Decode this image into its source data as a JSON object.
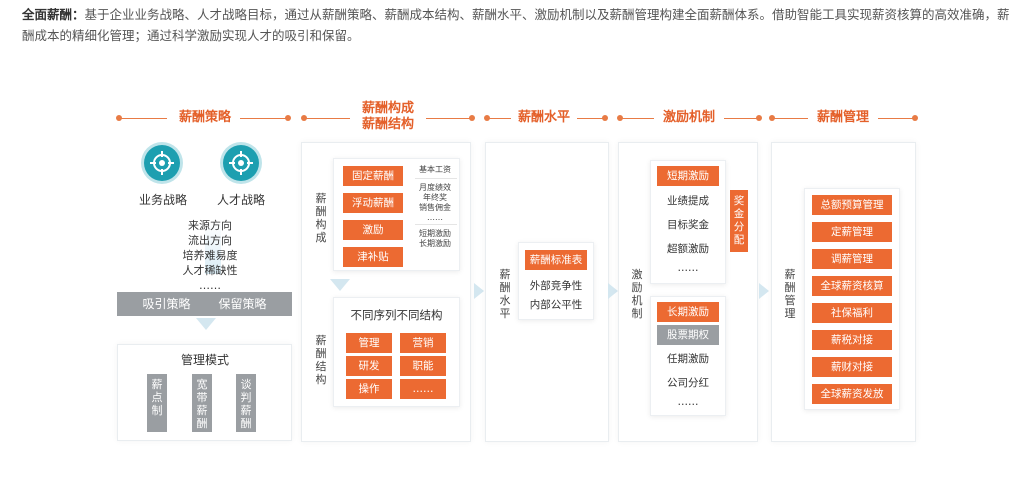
{
  "intro": {
    "bold": "全面薪酬：",
    "text": "基于企业业务战略、人才战略目标，通过从薪酬策略、薪酬成本结构、薪酬水平、激励机制以及薪酬管理构建全面薪酬体系。借助智能工具实现薪资核算的高效准确，薪酬成本的精细化管理；通过科学激励实现人才的吸引和保留。"
  },
  "headers": {
    "strategy": "薪酬策略",
    "structure_line1": "薪酬构成",
    "structure_line2": "薪酬结构",
    "level": "薪酬水平",
    "incentive": "激励机制",
    "management": "薪酬管理"
  },
  "strategy": {
    "business": "业务战略",
    "talent": "人才战略",
    "factors": [
      "来源方向",
      "流出方向",
      "培养难易度",
      "人才稀缺性",
      "……"
    ],
    "attract": "吸引策略",
    "retain": "保留策略",
    "mode_title": "管理模式",
    "modes": [
      "薪点制",
      "宽带薪酬",
      "谈判薪酬"
    ]
  },
  "composition": {
    "label": "薪酬构成",
    "items": [
      "固定薪酬",
      "浮动薪酬",
      "激励",
      "津补贴"
    ],
    "notes": [
      "基本工资",
      "月度绩效",
      "年终奖",
      "销售佣金",
      "……",
      "短期激励",
      "长期激励"
    ]
  },
  "structure": {
    "label": "薪酬结构",
    "title": "不同序列不同结构",
    "items": [
      "管理",
      "营销",
      "研发",
      "职能",
      "操作",
      "……"
    ]
  },
  "level": {
    "label": "薪酬水平",
    "title": "薪酬标准表",
    "items": [
      "外部竞争性",
      "内部公平性"
    ]
  },
  "incentive": {
    "label": "激励机制",
    "short_title": "短期激励",
    "short_items": [
      "业绩提成",
      "目标奖金",
      "超额激励",
      "……"
    ],
    "bonus": "奖金分配",
    "long_title": "长期激励",
    "stock": "股票期权",
    "long_items": [
      "任期激励",
      "公司分红",
      "……"
    ]
  },
  "management": {
    "label": "薪酬管理",
    "items": [
      "总额预算管理",
      "定薪管理",
      "调薪管理",
      "全球薪资核算",
      "社保福利",
      "薪税对接",
      "薪财对接",
      "全球薪资发放"
    ]
  }
}
